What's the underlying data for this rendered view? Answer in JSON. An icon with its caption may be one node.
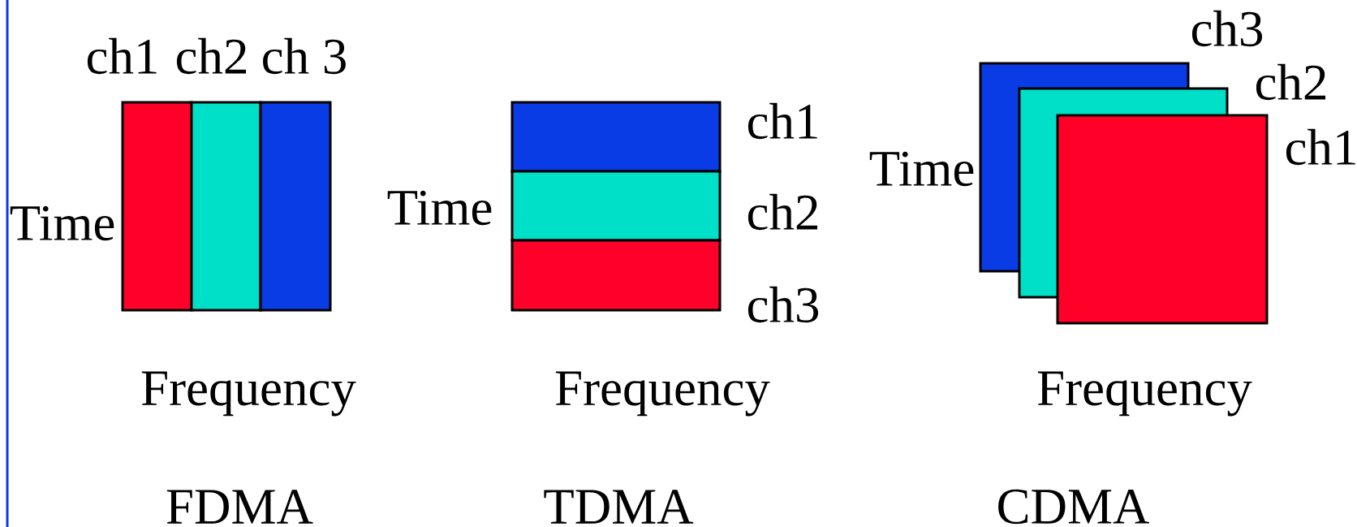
{
  "diagram": {
    "nodes": [
      {
        "text": [],
        "shape": "box",
        "beside": [
          "ch1"
        ]
      },
      {
        "text": [],
        "shape": "box",
        "beside": [
          "ch2"
        ]
      },
      {
        "text": [],
        "shape": "box",
        "beside": [
          "ch 3"
        ]
      },
      {
        "text": [],
        "shape": "box",
        "beside": [
          "ch1"
        ]
      },
      {
        "text": [],
        "shape": "box",
        "beside": [
          "ch2"
        ]
      },
      {
        "text": [],
        "shape": "box",
        "beside": [
          "ch3"
        ]
      },
      {
        "text": [],
        "shape": "box",
        "beside": [
          "ch3"
        ]
      },
      {
        "text": [],
        "shape": "box",
        "beside": [
          "ch2"
        ]
      },
      {
        "text": [],
        "shape": "box",
        "beside": [
          "ch1"
        ]
      }
    ],
    "labels": [
      "Time",
      "Frequency",
      "FDMA",
      "Time",
      "Frequency",
      "TDMA",
      "Time",
      "Frequency",
      "CDMA"
    ]
  }
}
